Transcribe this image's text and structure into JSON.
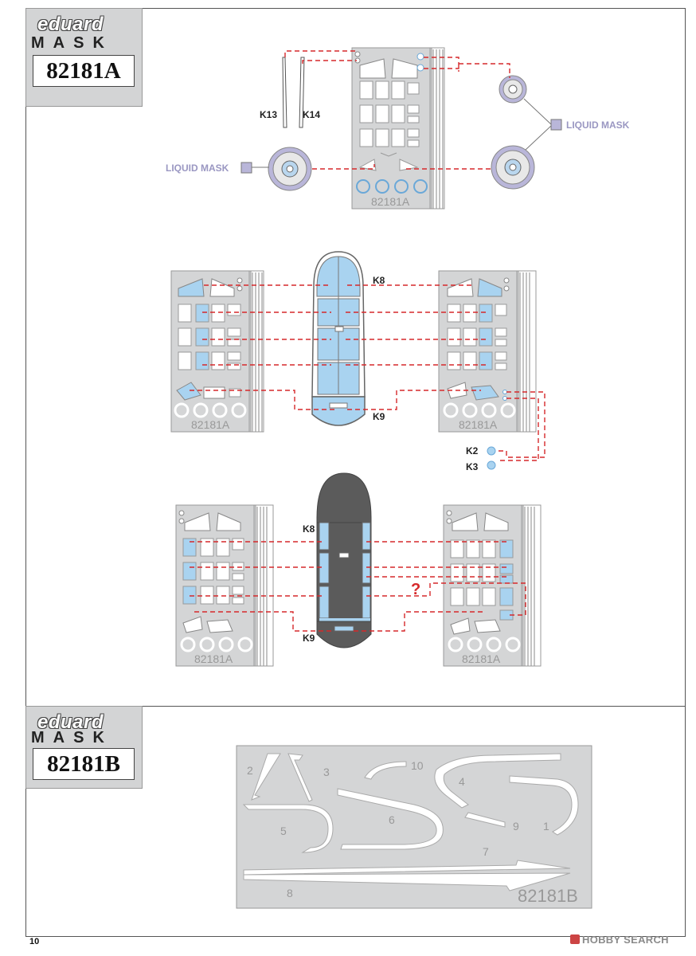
{
  "header_a": {
    "brand": "eduard",
    "word": "MASK",
    "code": "82181A"
  },
  "header_b": {
    "brand": "eduard",
    "word": "MASK",
    "code": "82181B"
  },
  "labels": {
    "k13": "K13",
    "k14": "K14",
    "liquid_mask_left": "LIQUID MASK",
    "liquid_mask_right": "LIQUID MASK",
    "k8_top": "K8",
    "k9_top": "K9",
    "k2": "K2",
    "k3": "K3",
    "k8_bottom": "K8",
    "k9_bottom": "K9",
    "question": "?"
  },
  "sheet_codes": {
    "top": "82181A",
    "mid_left": "82181A",
    "mid_right": "82181A",
    "bot_left": "82181A",
    "bot_right": "82181A",
    "sheet_b": "82181B"
  },
  "sheet_b_numbers": {
    "n1": "1",
    "n2": "2",
    "n3": "3",
    "n4": "4",
    "n5": "5",
    "n6": "6",
    "n7": "7",
    "n8": "8",
    "n9": "9",
    "n10": "10"
  },
  "footer": {
    "page_number": "10",
    "watermark": "HOBBY SEARCH"
  },
  "colors": {
    "mask_blue": "#a9d3f0",
    "sheet_gray": "#d4d5d6",
    "dash_red": "#d6292b",
    "liquid_mask": "#b9b6d9",
    "canopy_dark": "#5b5b5b"
  }
}
